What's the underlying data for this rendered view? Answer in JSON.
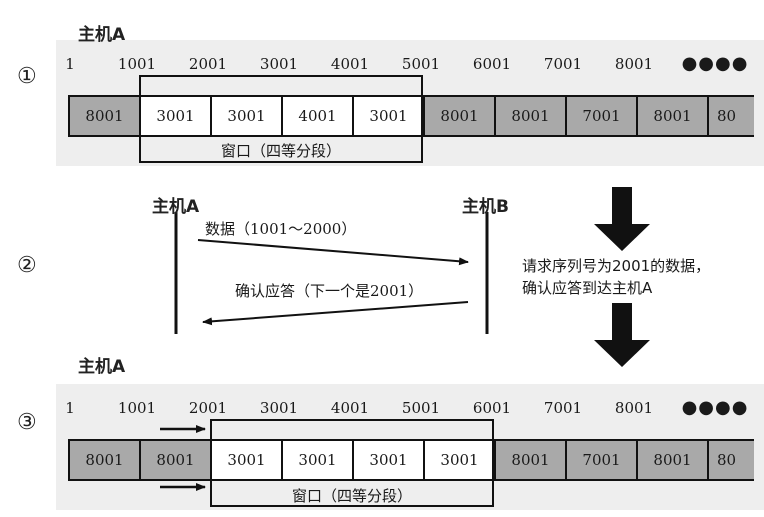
{
  "host_a_label": "主机A",
  "host_b_label": "主机B",
  "steps": [
    "①",
    "②",
    "③"
  ],
  "top": {
    "sequence_numbers": [
      "1",
      "1001",
      "2001",
      "3001",
      "4001",
      "5001",
      "6001",
      "7001",
      "8001"
    ],
    "ellipsis": "●●●●",
    "cells": [
      "8001",
      "3001",
      "3001",
      "4001",
      "3001",
      "8001",
      "8001",
      "7001",
      "8001",
      "80"
    ],
    "window_start_cell": 1,
    "window_cell_count": 4,
    "window_label": "窗口（四等分段）"
  },
  "exchange": {
    "data_message": "数据（1001～2000）",
    "ack_message": "确认应答（下一个是2001）"
  },
  "note_lines": [
    "请求序列号为2001的数据，",
    "确认应答到达主机A"
  ],
  "bottom": {
    "sequence_numbers": [
      "1",
      "1001",
      "2001",
      "3001",
      "4001",
      "5001",
      "6001",
      "7001",
      "8001"
    ],
    "ellipsis": "●●●●",
    "cells": [
      "8001",
      "8001",
      "3001",
      "3001",
      "3001",
      "3001",
      "8001",
      "7001",
      "8001",
      "80"
    ],
    "window_start_cell": 2,
    "window_cell_count": 4,
    "window_label": "窗口（四等分段）"
  },
  "colors": {
    "band": "#eeeeee",
    "cell_gray": "#a9a9a9",
    "cell_white": "#ffffff",
    "ink": "#111111"
  }
}
